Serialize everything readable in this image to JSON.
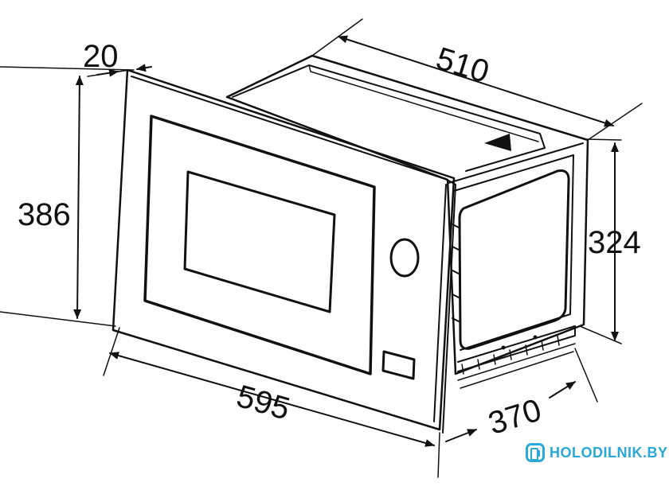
{
  "dimensions": {
    "panel_depth": "20",
    "depth": "510",
    "front_height": "386",
    "body_height": "324",
    "front_width": "595",
    "body_width": "370"
  },
  "watermark": {
    "text": "HOLODILNIK.BY",
    "color": "#2aa8d8"
  },
  "line_color": "#111111"
}
